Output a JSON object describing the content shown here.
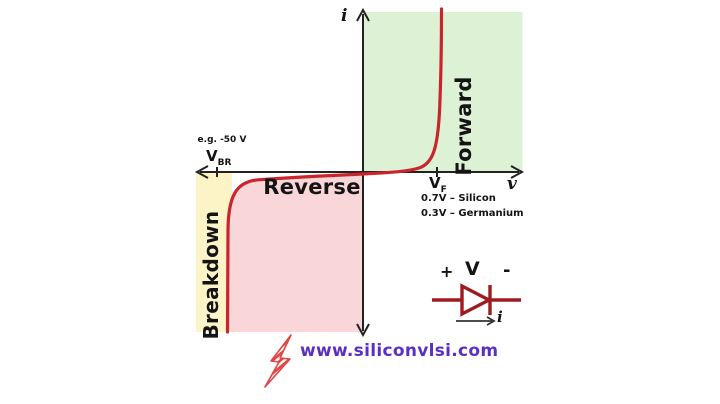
{
  "colors": {
    "forward_green": "#ddf2d5",
    "reverse_pink": "#f9d6d7",
    "breakdown_yellow": "#fcf4c6",
    "curve_red": "#c9252c",
    "diode_red": "#9e1b1f",
    "axis_dark": "#222222",
    "website_purple": "#5b2fc4",
    "logo_red": "#e04646"
  },
  "axes": {
    "current_label": "i",
    "voltage_label": "v"
  },
  "regions": {
    "forward_label": "Forward",
    "reverse_label": "Reverse",
    "breakdown_label": "Breakdown"
  },
  "markers": {
    "breakdown_example": "e.g. -50 V",
    "vbr_base": "V",
    "vbr_sub": "BR",
    "vf_base": "V",
    "vf_sub": "F",
    "vf_note_silicon": "0.7V – Silicon",
    "vf_note_germanium": "0.3V – Germanium"
  },
  "diode_symbol": {
    "plus": "+",
    "voltage": "V",
    "minus": "-",
    "current": "i"
  },
  "footer": {
    "website": "www.siliconvlsi.com"
  }
}
